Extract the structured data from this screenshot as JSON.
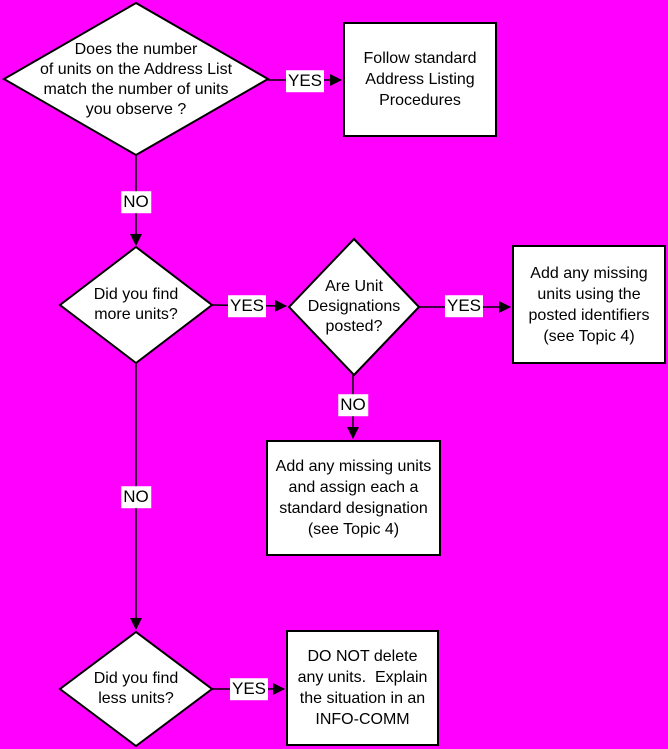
{
  "page": {
    "background_color": "#ff00ff",
    "shape_fill_color": "#ffffff",
    "line_color": "#000000"
  },
  "flowchart": {
    "nodes": {
      "match": {
        "type": "decision",
        "text": "Does the number\nof units on the Address List\nmatch the number of units\nyou observe ?"
      },
      "follow": {
        "type": "process",
        "text": "Follow standard\nAddress Listing\nProcedures"
      },
      "more": {
        "type": "decision",
        "text": "Did you find\nmore units?"
      },
      "posted": {
        "type": "decision",
        "text": "Are Unit\nDesignations\nposted?"
      },
      "add_posted": {
        "type": "process",
        "text": "Add any missing\nunits using the\nposted identifiers\n(see Topic 4)"
      },
      "add_standard": {
        "type": "process",
        "text": "Add any missing units\nand assign each a\nstandard designation\n(see Topic 4)"
      },
      "less": {
        "type": "decision",
        "text": "Did you find\nless units?"
      },
      "no_delete": {
        "type": "process",
        "text": "DO NOT delete\nany units.  Explain\nthe situation in an\nINFO-COMM"
      }
    },
    "edge_labels": {
      "match_yes": "YES",
      "match_no": "NO",
      "more_yes": "YES",
      "more_no": "NO",
      "posted_yes": "YES",
      "posted_no": "NO",
      "less_yes": "YES"
    }
  }
}
